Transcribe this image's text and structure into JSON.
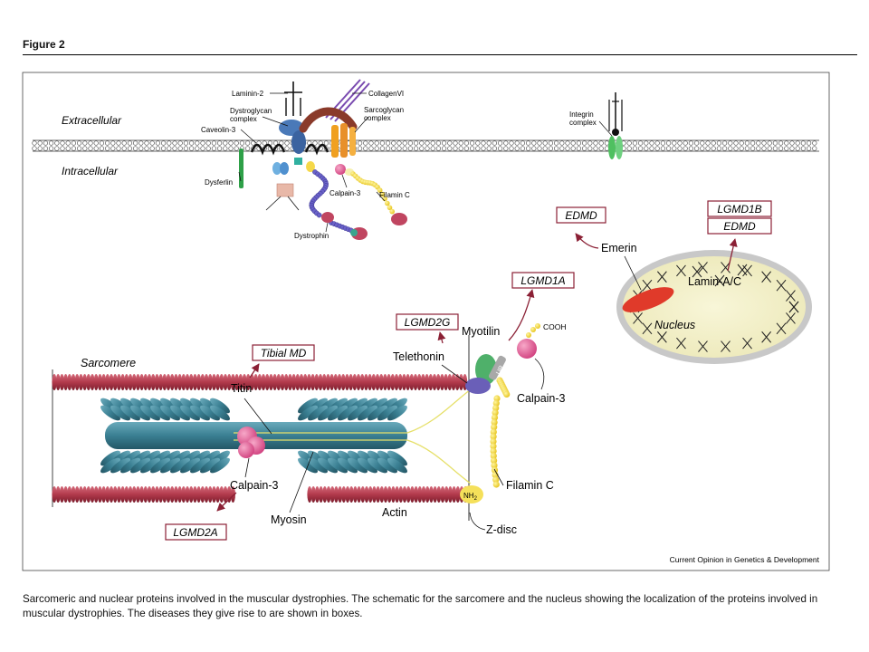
{
  "figure": {
    "heading": "Figure 2",
    "credit": "Current Opinion in Genetics & Development",
    "caption": "Sarcomeric and nuclear proteins involved in the muscular dystrophies. The schematic for the sarcomere and the nucleus showing the localization of the proteins involved in muscular dystrophies. The diseases they give rise to are shown in boxes."
  },
  "membrane": {
    "extracellular": "Extracellular",
    "intracellular": "Intracellular",
    "labels": {
      "laminin2": "Laminin-2",
      "collagen6": "CollagenVI",
      "dystroglycan1": "Dystroglycan",
      "dystroglycan2": "complex",
      "sarcoglycan1": "Sarcoglycan",
      "sarcoglycan2": "complex",
      "caveolin3": "Caveolin-3",
      "dysferlin": "Dysferlin",
      "calpain3": "Calpain-3",
      "filaminC": "Filamin C",
      "dystrophin": "Dystrophin",
      "integrin1": "Integrin",
      "integrin2": "complex"
    }
  },
  "sarcomere": {
    "title": "Sarcomere",
    "titin": "Titin",
    "calpain3": "Calpain-3",
    "myosin": "Myosin",
    "actin": "Actin",
    "telethonin": "Telethonin",
    "myotilin": "Myotilin",
    "ur": "UR",
    "cooh": "COOH",
    "calpain3_right": "Calpain-3",
    "filaminC": "Filamin C",
    "nh2": "NH",
    "nh2_sub": "2",
    "zdisc": "Z-disc"
  },
  "nucleus": {
    "label": "Nucleus",
    "emerin": "Emerin",
    "laminAC": "Lamin-A/C"
  },
  "diseases": {
    "tibialMD": "Tibial MD",
    "lgmd2a": "LGMD2A",
    "lgmd2g": "LGMD2G",
    "lgmd1a": "LGMD1A",
    "edmd": "EDMD",
    "lgmd1b": "LGMD1B",
    "edmd2": "EDMD"
  },
  "colors": {
    "disease_border": "#8b2035",
    "arrow": "#8b2035",
    "actin": "#b23a4c",
    "myosin": "#3a7f92",
    "titin_line": "#e6e06a",
    "filamin": "#f2d12a",
    "calpain": "#e0508f",
    "myotilin": "#4fb06a",
    "telethonin": "#6a5fb8",
    "nucleus_fill": "#f2efc8",
    "nucleus_ring": "#a9a9a9",
    "emerin": "#e03a2a"
  }
}
